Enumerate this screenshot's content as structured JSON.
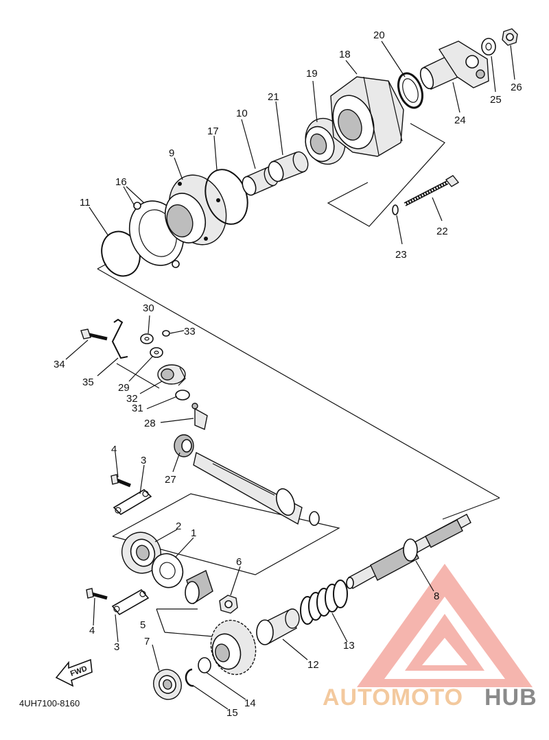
{
  "diagram": {
    "part_labels": [
      "1",
      "2",
      "3",
      "3",
      "4",
      "4",
      "5",
      "6",
      "7",
      "8",
      "9",
      "10",
      "11",
      "12",
      "13",
      "14",
      "15",
      "16",
      "17",
      "18",
      "19",
      "20",
      "21",
      "22",
      "23",
      "24",
      "25",
      "26",
      "27",
      "28",
      "29",
      "30",
      "31",
      "32",
      "33",
      "34",
      "35"
    ],
    "drawing_code": "4UH7100-8160",
    "fwd_arrow": "FWD"
  },
  "watermark": {
    "part1": "AUTOMOTO",
    "part2": "HUB",
    "color_primary": "#f4a9a0",
    "color_secondary": "#f3c99e",
    "color_hub": "#8a8a8a"
  }
}
